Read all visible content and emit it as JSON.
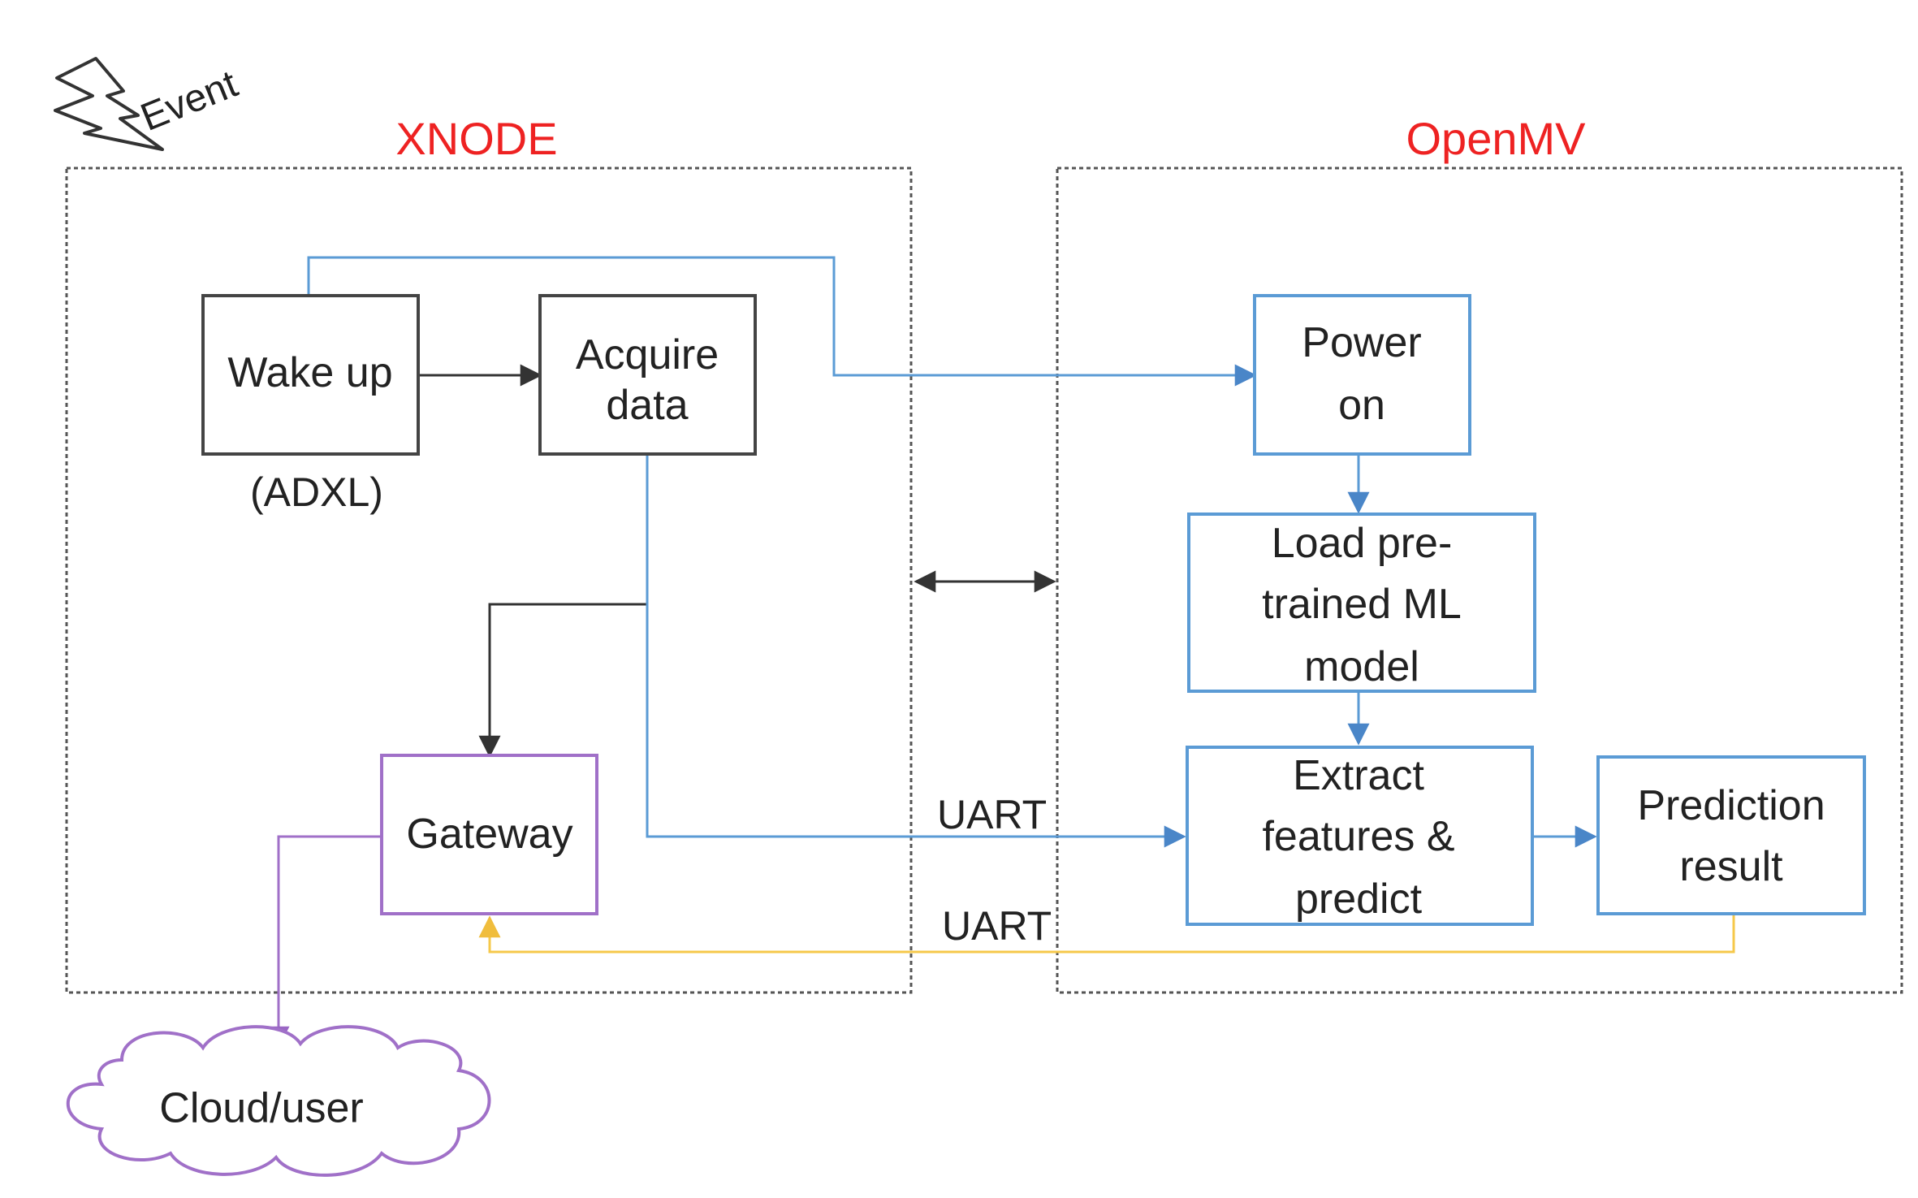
{
  "event": {
    "label": "Event"
  },
  "groups": {
    "xnode": {
      "title": "XNODE"
    },
    "openmv": {
      "title": "OpenMV"
    }
  },
  "nodes": {
    "wake_up": {
      "lines": [
        "Wake up"
      ],
      "caption": "(ADXL)"
    },
    "acquire_data": {
      "lines": [
        "Acquire",
        "data"
      ]
    },
    "gateway": {
      "lines": [
        "Gateway"
      ]
    },
    "cloud_user": {
      "lines": [
        "Cloud/user"
      ]
    },
    "power_on": {
      "lines": [
        "Power",
        "on"
      ]
    },
    "load_model": {
      "lines": [
        "Load pre-",
        "trained ML",
        "model"
      ]
    },
    "extract_predict": {
      "lines": [
        "Extract",
        "features &",
        "predict"
      ]
    },
    "prediction_result": {
      "lines": [
        "Prediction",
        "result"
      ]
    }
  },
  "links": {
    "uart_upper": "UART",
    "uart_lower": "UART"
  },
  "colors": {
    "group_title": "#ee2222",
    "box_black": "#444444",
    "box_blue": "#5b9bd5",
    "box_purple": "#a070c8",
    "arrow_yellow": "#f6c84a",
    "group_border": "#555555"
  }
}
